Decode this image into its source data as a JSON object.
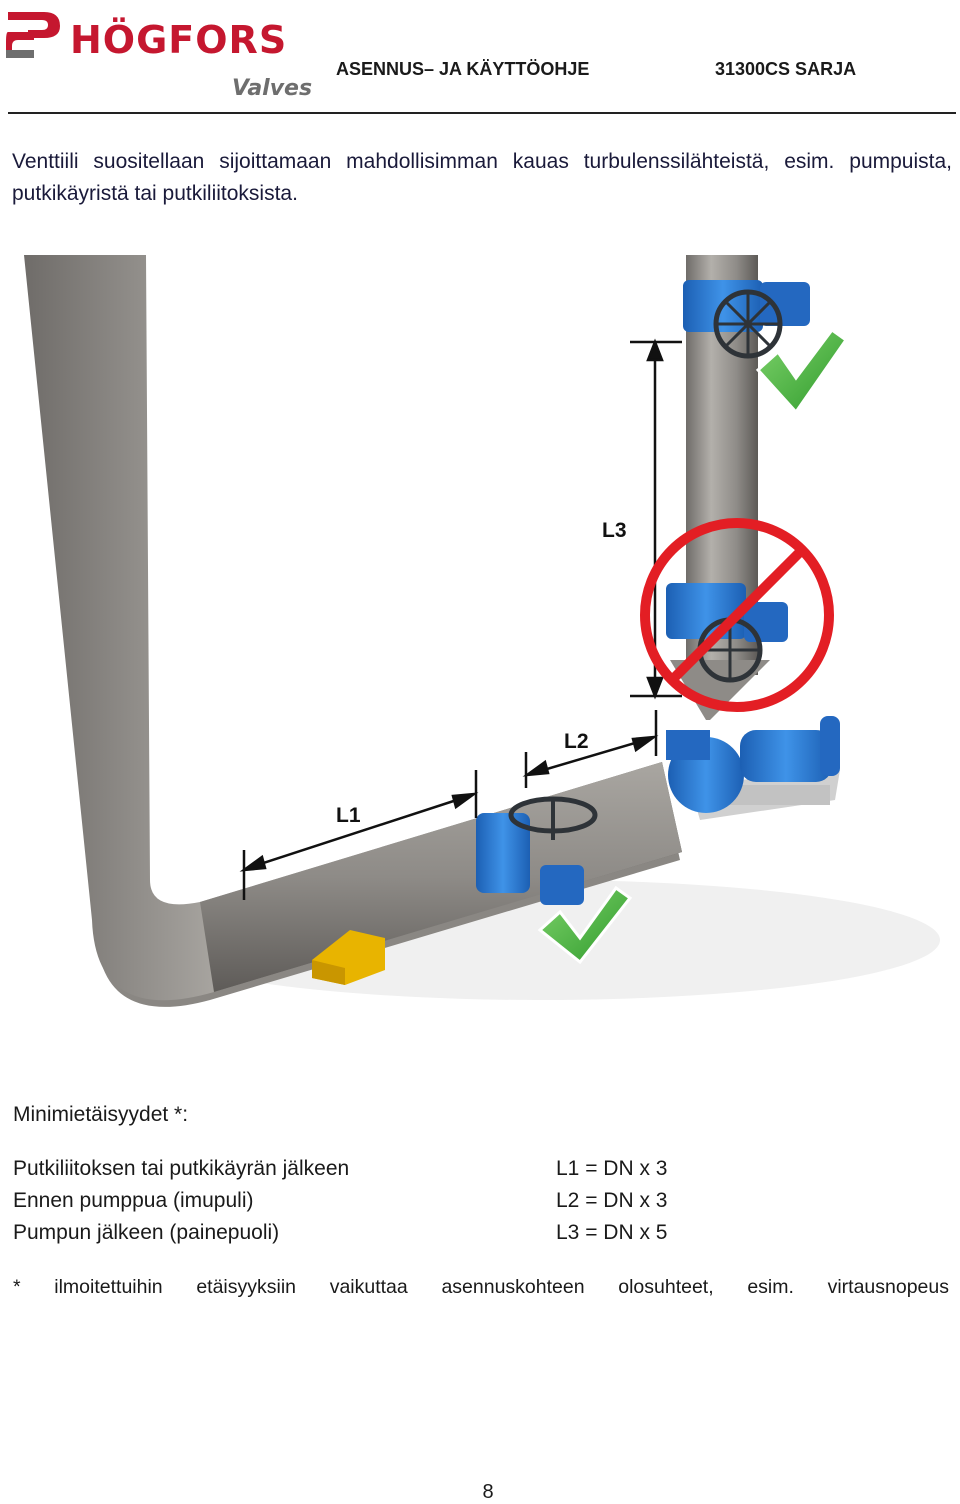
{
  "header": {
    "logo_text": "HÖGFORS",
    "logo_sub": "Valves",
    "doc_title": "ASENNUS– JA KÄYTTÖOHJE",
    "series": "31300CS SARJA"
  },
  "intro": "Venttiili suositellaan sijoittamaan mahdollisimman kauas turbulenssilähteistä, esim. pumpuista, putkikäyristä tai putkiliitoksista.",
  "diagram": {
    "labels": {
      "l1": "L1",
      "l2": "L2",
      "l3": "L3"
    },
    "colors": {
      "pipe": "#8f8c88",
      "valve": "#2f7fd6",
      "check": "#3fae3a",
      "prohibit": "#e31e24",
      "support": "#e8b400"
    },
    "icons": [
      "check-icon",
      "check-icon",
      "prohibited-icon",
      "handwheel-icon"
    ]
  },
  "min_distances": {
    "title": "Minimietäisyydet *:",
    "rows": [
      {
        "label": "Putkiliitoksen tai putkikäyrän jälkeen",
        "value": "L1 = DN x 3"
      },
      {
        "label": "Ennen pumppua (imupuli)",
        "value": "L2 = DN x 3"
      },
      {
        "label": "Pumpun jälkeen (painepuoli)",
        "value": "L3 = DN x 5"
      }
    ]
  },
  "footnote": [
    "*",
    "ilmoitettuihin",
    "etäisyyksiin",
    "vaikuttaa",
    "asennuskohteen",
    "olosuhteet,",
    "esim.",
    "virtausnopeus"
  ],
  "page_number": "8"
}
